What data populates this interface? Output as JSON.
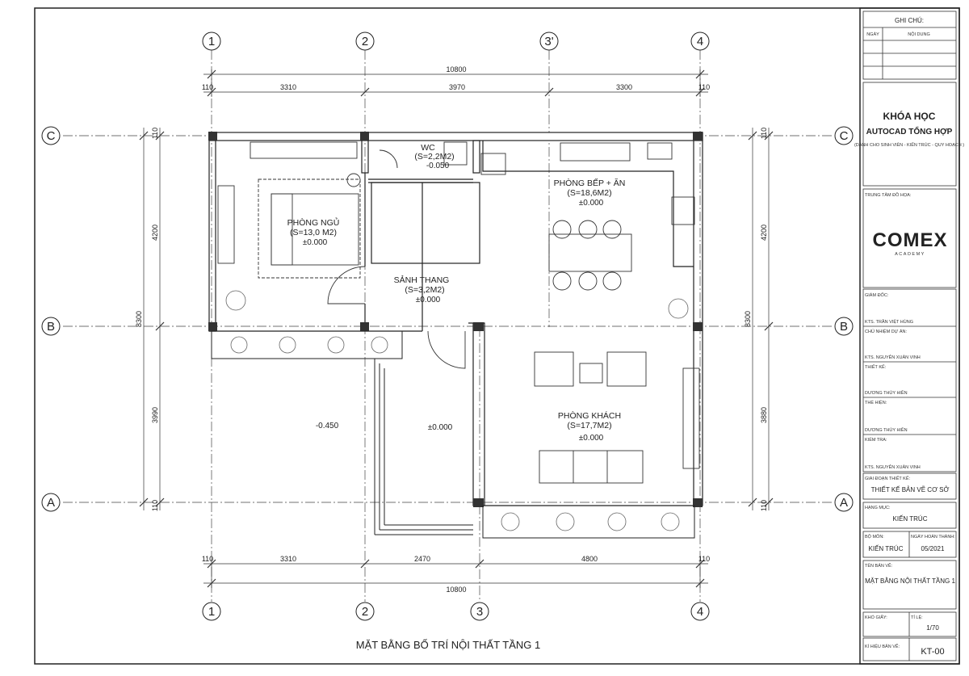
{
  "drawing": {
    "title": "MẶT BẰNG BỐ TRÍ NỘI THẤT TẦNG 1",
    "grid_top": [
      "1",
      "2",
      "3'",
      "4"
    ],
    "grid_bottom": [
      "1",
      "2",
      "3",
      "4"
    ],
    "grid_rows": [
      "C",
      "B",
      "A"
    ],
    "dims_top_total": "10800",
    "dims_top": [
      "110",
      "3310",
      "3970",
      "3300",
      "110"
    ],
    "dims_bottom_total": "10800",
    "dims_bottom": [
      "110",
      "3310",
      "2470",
      "4800",
      "110"
    ],
    "dims_left_total": "8300",
    "dims_left": [
      "110",
      "4200",
      "3990",
      "110"
    ],
    "dims_right_total": "8300",
    "dims_right": [
      "110",
      "4200",
      "3880",
      "110"
    ],
    "rooms": {
      "wc": {
        "name": "WC",
        "area": "(S=2,2M2)",
        "level": "-0.050"
      },
      "bedroom": {
        "name": "PHÒNG NGỦ",
        "area": "(S=13,0 M2)",
        "level": "±0.000"
      },
      "stair_hall": {
        "name": "SẢNH THANG",
        "area": "(S=3,2M2)",
        "level": "±0.000"
      },
      "kitchen": {
        "name": "PHÒNG BẾP + ĂN",
        "area": "(S=18,6M2)",
        "level": "±0.000"
      },
      "living": {
        "name": "PHÒNG KHÁCH",
        "area": "(S=17,7M2)",
        "level": "±0.000"
      },
      "yard_level": "-0.450",
      "porch_level": "±0.000"
    }
  },
  "title_block": {
    "notes_header": "GHI CHÚ:",
    "notes_date": "NGÀY",
    "notes_content": "NỘI DUNG",
    "course_line1": "KHÓA HỌC",
    "course_line2": "AUTOCAD TỔNG HỢP",
    "course_sub": "(DÀNH CHO SINH VIÊN - KIẾN TRÚC - QUY HOẠCH )",
    "center_label": "TRUNG TÂM ĐỒ HỌA:",
    "logo_main": "COMEX",
    "logo_sub": "ACADEMY",
    "director_label": "GIÁM ĐỐC:",
    "director_name": "KTS. TRẦN VIỆT HÙNG",
    "pm_label": "CHỦ NHIỆM DỰ ÁN:",
    "pm_name": "KTS. NGUYỄN XUÂN VINH",
    "design_label": "THIẾT KẾ:",
    "design_name": "DƯƠNG THÙY HIỀN",
    "draw_label": "THỂ HIỆN:",
    "draw_name": "DƯƠNG THÙY HIỀN",
    "check_label": "KIỂM TRA:",
    "check_name": "KTS. NGUYỄN XUÂN VINH",
    "phase_label": "GIAI ĐOẠN THIẾT KẾ:",
    "phase_value": "THIẾT KẾ BẢN VẼ CƠ SỞ",
    "item_label": "HẠNG MỤC:",
    "item_value": "KIẾN TRÚC",
    "dept_label": "BỘ MÔN:",
    "dept_value": "KIẾN TRÚC",
    "date_label": "NGÀY HOÀN THÀNH:",
    "date_value": "05/2021",
    "sheetname_label": "TÊN BẢN VẼ:",
    "sheetname_value": "MẶT BẰNG NỘI THẤT TẦNG 1",
    "paper_label": "KHỔ GIẤY:",
    "scale_label": "TỈ LỆ:",
    "scale_value": "1/70",
    "code_label": "KÍ HIỆU BẢN VẼ:",
    "code_value": "KT-00"
  }
}
